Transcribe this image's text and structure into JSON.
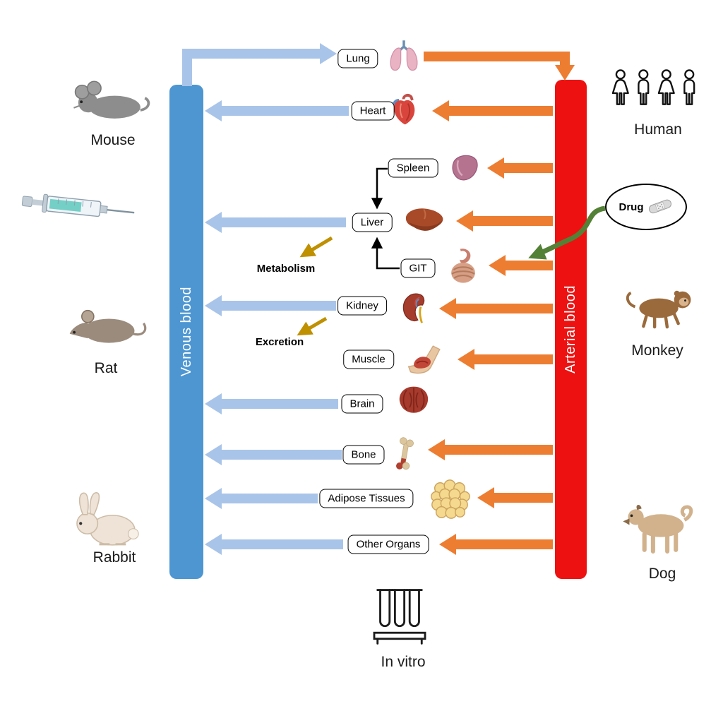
{
  "diagram": {
    "venous_label": "Venous blood",
    "arterial_label": "Arterial blood",
    "organs": {
      "lung": "Lung",
      "heart": "Heart",
      "spleen": "Spleen",
      "liver": "Liver",
      "git": "GIT",
      "kidney": "Kidney",
      "muscle": "Muscle",
      "brain": "Brain",
      "bone": "Bone",
      "adipose": "Adipose Tissues",
      "other": "Other Organs"
    },
    "processes": {
      "metabolism": "Metabolism",
      "excretion": "Excretion"
    },
    "drug": {
      "label": "Drug"
    },
    "species": {
      "mouse": "Mouse",
      "rat": "Rat",
      "rabbit": "Rabbit",
      "human": "Human",
      "monkey": "Monkey",
      "dog": "Dog"
    },
    "invitro_label": "In vitro",
    "flows": {
      "venous_to": [
        "Lung"
      ],
      "lung_to": [
        "Arterial blood"
      ],
      "to_venous": [
        "Heart",
        "Liver",
        "Kidney",
        "Brain",
        "Bone",
        "Adipose Tissues",
        "Other Organs"
      ],
      "from_arterial": [
        "Heart",
        "Spleen",
        "Liver",
        "GIT",
        "Kidney",
        "Muscle",
        "Bone",
        "Adipose Tissues",
        "Other Organs"
      ],
      "internal": [
        "Spleen to Liver",
        "GIT to Liver"
      ],
      "drug_enters_at": "GIT",
      "liver_output": "Metabolism",
      "kidney_output": "Excretion"
    }
  },
  "colors": {
    "venous-blue": "#4D96D2",
    "arterial-red": "#EE1111",
    "flow-blue": "#A9C4E9",
    "flow-orange": "#ED7D31",
    "process-yellow": "#BF9000",
    "drug-green": "#538135",
    "arrow-black": "#000000"
  }
}
